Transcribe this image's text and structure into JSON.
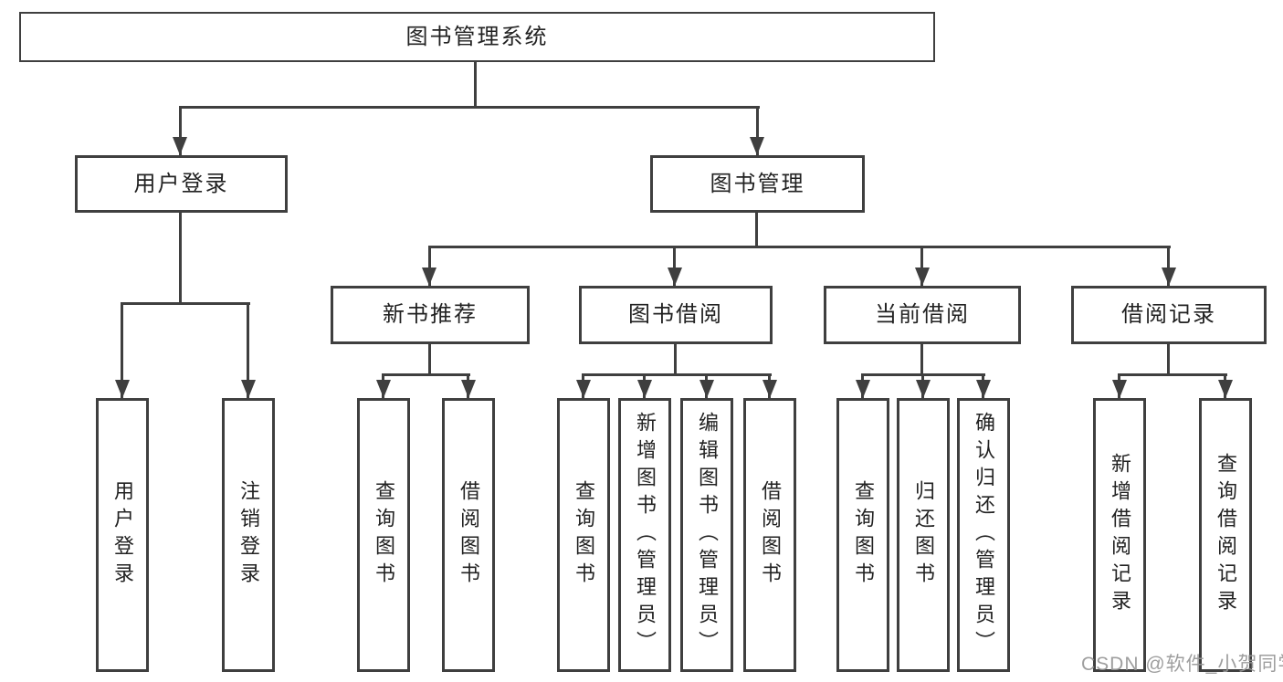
{
  "diagram": {
    "root": {
      "label": "图书管理系统"
    },
    "branches": [
      {
        "label": "用户登录",
        "children": [
          {
            "label": "用户登录"
          },
          {
            "label": "注销登录"
          }
        ]
      },
      {
        "label": "图书管理",
        "children": [
          {
            "label": "新书推荐",
            "children": [
              {
                "label": "查询图书"
              },
              {
                "label": "借阅图书"
              }
            ]
          },
          {
            "label": "图书借阅",
            "children": [
              {
                "label": "查询图书"
              },
              {
                "label": "新增图书（管理员）"
              },
              {
                "label": "编辑图书（管理员）"
              },
              {
                "label": "借阅图书"
              }
            ]
          },
          {
            "label": "当前借阅",
            "children": [
              {
                "label": "查询图书"
              },
              {
                "label": "归还图书"
              },
              {
                "label": "确认归还（管理员）"
              }
            ]
          },
          {
            "label": "借阅记录",
            "children": [
              {
                "label": "新增借阅记录"
              },
              {
                "label": "查询借阅记录"
              }
            ]
          }
        ]
      }
    ],
    "watermark": "CSDN @软件_小贺同学",
    "colors": {
      "line": "#3f3f3f",
      "text": "#222222",
      "background": "#ffffff",
      "watermark": "#969696"
    }
  }
}
